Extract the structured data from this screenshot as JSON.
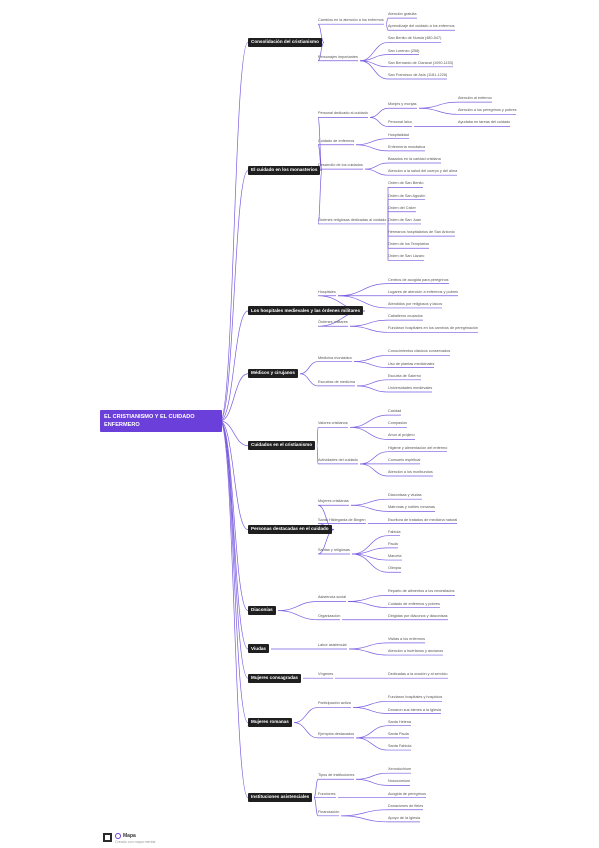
{
  "mindmap": {
    "root": {
      "text": "EL CRISTIANISMO Y EL CUIDADO ENFERMERO"
    },
    "branches": [
      {
        "text": "Consolidación del cristianismo",
        "children": [
          {
            "text": "Cambios en la atención a los enfermos",
            "children": [
              {
                "text": "Atención gratuita"
              },
              {
                "text": "Aprendizaje del cuidado a los enfermos"
              }
            ]
          },
          {
            "text": "Personajes importantes",
            "children": [
              {
                "text": "San Benito de Nursia (480-547)"
              },
              {
                "text": "San Lorenzo (258)"
              },
              {
                "text": "San Bernardo de Claraval (1090-1153)"
              },
              {
                "text": "San Francisco de Asís (1181-1226)"
              }
            ]
          }
        ]
      },
      {
        "text": "El cuidado en los monasterios",
        "children": [
          {
            "text": "Personal dedicado al cuidado",
            "children": [
              {
                "text": "Monjes y monjas",
                "children": [
                  {
                    "text": "Atención al enfermo"
                  },
                  {
                    "text": "Atención a los peregrinos y pobres"
                  }
                ]
              },
              {
                "text": "Personal laico",
                "children": [
                  {
                    "text": "Ayudaba en tareas del cuidado"
                  }
                ]
              }
            ]
          },
          {
            "text": "Cuidado de enfermos",
            "children": [
              {
                "text": "Hospitalidad"
              },
              {
                "text": "Enfermería monástica"
              }
            ]
          },
          {
            "text": "Desarrollo de los cuidados",
            "children": [
              {
                "text": "Basados en la caridad cristiana"
              },
              {
                "text": "Atención a la salud del cuerpo y del alma"
              }
            ]
          },
          {
            "text": "Órdenes religiosas dedicadas al cuidado",
            "children": [
              {
                "text": "Orden de San Benito"
              },
              {
                "text": "Orden de San Agustín"
              },
              {
                "text": "Orden del Císter"
              },
              {
                "text": "Orden de San Juan"
              },
              {
                "text": "Hermanos hospitalarios de San Antonio"
              },
              {
                "text": "Orden de los Templarios"
              },
              {
                "text": "Orden de San Lázaro"
              }
            ]
          }
        ]
      },
      {
        "text": "Los hospitales medievales y las órdenes militares",
        "children": [
          {
            "text": "Hospitales",
            "children": [
              {
                "text": "Centros de acogida para peregrinos"
              },
              {
                "text": "Lugares de atención a enfermos y pobres"
              },
              {
                "text": "Atendidos por religiosos y laicos"
              }
            ]
          },
          {
            "text": "Órdenes militares",
            "children": [
              {
                "text": "Caballeros cruzados"
              },
              {
                "text": "Fundaron hospitales en los caminos de peregrinación"
              }
            ]
          }
        ]
      },
      {
        "text": "Médicos y cirujanos",
        "children": [
          {
            "text": "Medicina monástica",
            "children": [
              {
                "text": "Conocimientos clásicos conservados"
              },
              {
                "text": "Uso de plantas medicinales"
              }
            ]
          },
          {
            "text": "Escuelas de medicina",
            "children": [
              {
                "text": "Escuela de Salerno"
              },
              {
                "text": "Universidades medievales"
              }
            ]
          }
        ]
      },
      {
        "text": "Cuidados en el cristianismo",
        "children": [
          {
            "text": "Valores cristianos",
            "children": [
              {
                "text": "Caridad"
              },
              {
                "text": "Compasión"
              },
              {
                "text": "Amor al prójimo"
              }
            ]
          },
          {
            "text": "Actividades del cuidado",
            "children": [
              {
                "text": "Higiene y alimentación del enfermo"
              },
              {
                "text": "Consuelo espiritual"
              },
              {
                "text": "Atención a los moribundos"
              }
            ]
          }
        ]
      },
      {
        "text": "Personas destacadas en el cuidado",
        "children": [
          {
            "text": "Mujeres cristianas",
            "children": [
              {
                "text": "Diaconisas y viudas"
              },
              {
                "text": "Matronas y nobles romanas"
              }
            ]
          },
          {
            "text": "Santa Hildegarda de Bingen",
            "children": [
              {
                "text": "Escritora de tratados de medicina natural"
              }
            ]
          },
          {
            "text": "Santas y religiosas",
            "children": [
              {
                "text": "Fabiola"
              },
              {
                "text": "Paula"
              },
              {
                "text": "Marcela"
              },
              {
                "text": "Olimpia"
              }
            ]
          }
        ]
      },
      {
        "text": "Diaconías",
        "children": [
          {
            "text": "Asistencia social",
            "children": [
              {
                "text": "Reparto de alimentos a los necesitados"
              },
              {
                "text": "Cuidado de enfermos y pobres"
              }
            ]
          },
          {
            "text": "Organización",
            "children": [
              {
                "text": "Dirigidas por diáconos y diaconisas"
              }
            ]
          }
        ]
      },
      {
        "text": "Viudas",
        "children": [
          {
            "text": "Labor asistencial",
            "children": [
              {
                "text": "Visitas a los enfermos"
              },
              {
                "text": "Atención a huérfanos y ancianos"
              }
            ]
          }
        ]
      },
      {
        "text": "Mujeres consagradas",
        "children": [
          {
            "text": "Vírgenes",
            "children": [
              {
                "text": "Dedicadas a la oración y al servicio"
              }
            ]
          }
        ]
      },
      {
        "text": "Mujeres romanas",
        "children": [
          {
            "text": "Participación activa",
            "children": [
              {
                "text": "Fundaron hospitales y hospicios"
              },
              {
                "text": "Donaron sus bienes a la Iglesia"
              }
            ]
          },
          {
            "text": "Ejemplos destacados",
            "children": [
              {
                "text": "Santa Helena"
              },
              {
                "text": "Santa Paula"
              },
              {
                "text": "Santa Fabiola"
              }
            ]
          }
        ]
      },
      {
        "text": "Instituciones asistenciales",
        "children": [
          {
            "text": "Tipos de instituciones",
            "children": [
              {
                "text": "Xenodochium"
              },
              {
                "text": "Nosocomium"
              }
            ]
          },
          {
            "text": "Funciones",
            "children": [
              {
                "text": "Acogida de peregrinos"
              }
            ]
          },
          {
            "text": "Financiación",
            "children": [
              {
                "text": "Donaciones de fieles"
              },
              {
                "text": "Apoyo de la Iglesia"
              }
            ]
          }
        ]
      }
    ]
  },
  "footer": {
    "brand": "Mapa",
    "tagline": "Creado con mapa mental"
  },
  "colors": {
    "accent": "#6b3fd9",
    "topic": "#1f1f1f",
    "line": "#7a5ce0"
  }
}
